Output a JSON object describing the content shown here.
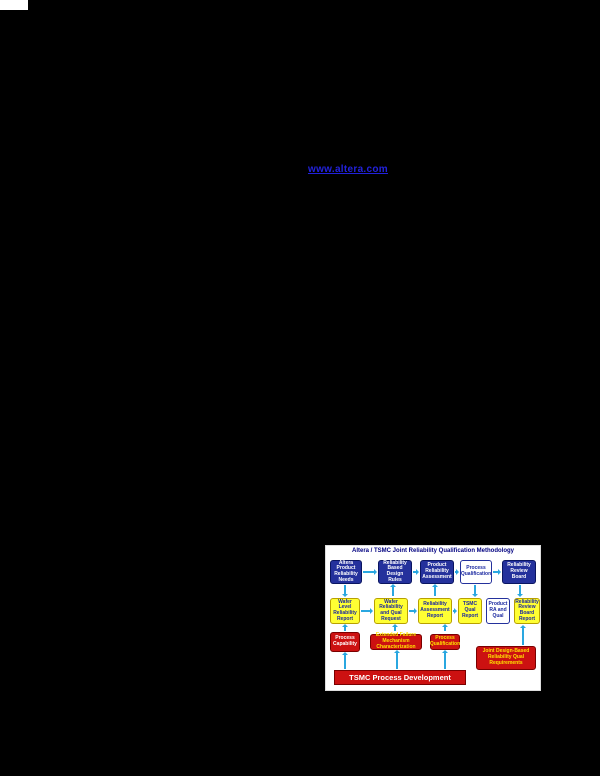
{
  "page": {
    "link_text": "www.altera.com"
  },
  "figure": {
    "title": "Altera / TSMC Joint Reliability Qualification Methodology",
    "row1": [
      "Altera Product Reliability Needs",
      "Reliability Based Design Rules",
      "Product Reliability Assessment",
      "Process Qualification",
      "Reliability Review Board"
    ],
    "row2": [
      "Wafer Level Reliability Report",
      "Wafer Reliability and Qual Request",
      "Reliability Assessment Report",
      "TSMC Qual Report",
      "Product RA and Qual",
      "Reliability Review Board Report"
    ],
    "row3": [
      "Process Capability",
      "Extended Failure Mechanism Characterization",
      "Process Qualification",
      "Joint Design-Based Reliability Qual Requirements"
    ],
    "banner": "TSMC Process Development",
    "colors": {
      "box_blue": "#24319c",
      "box_yellow": "#ffff33",
      "box_red": "#cc1111",
      "arrow": "#2aa7e0",
      "title": "#000080",
      "link": "#2222dd",
      "page_background": "#000000"
    }
  }
}
